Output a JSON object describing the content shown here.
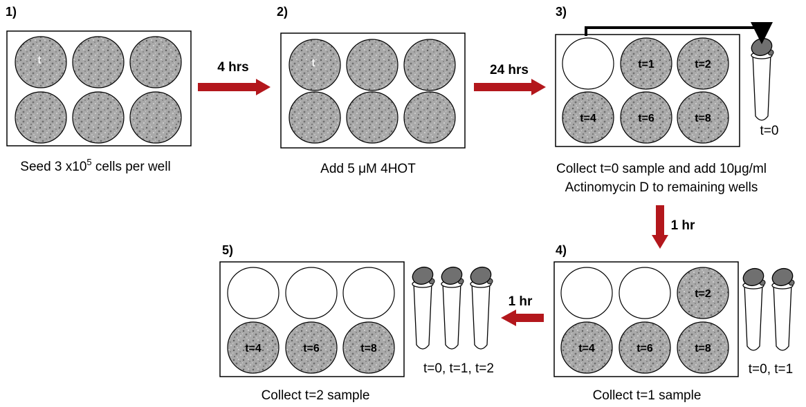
{
  "colors": {
    "arrow": "#b3171c",
    "cells": "#a8a8a8",
    "cap": "#707070",
    "outline": "#000000"
  },
  "steps": [
    {
      "number": "1)",
      "caption_lines": [
        {
          "text": "Seed 3 x10",
          "sup": "5",
          "tail": " cells per well"
        }
      ],
      "wells": [
        {
          "state": "cells",
          "label": "t",
          "faint": true
        },
        {
          "state": "cells",
          "label": ""
        },
        {
          "state": "cells",
          "label": ""
        },
        {
          "state": "cells",
          "label": ""
        },
        {
          "state": "cells",
          "label": ""
        },
        {
          "state": "cells",
          "label": ""
        }
      ],
      "tubes": [],
      "tube_label": ""
    },
    {
      "number": "2)",
      "caption_lines": [
        {
          "text": "Add 5 μM 4HOT"
        }
      ],
      "wells": [
        {
          "state": "cells",
          "label": "t",
          "faint": true
        },
        {
          "state": "cells",
          "label": ""
        },
        {
          "state": "cells",
          "label": ""
        },
        {
          "state": "cells",
          "label": ""
        },
        {
          "state": "cells",
          "label": ""
        },
        {
          "state": "cells",
          "label": ""
        }
      ],
      "tubes": [],
      "tube_label": ""
    },
    {
      "number": "3)",
      "caption_lines": [
        {
          "text": "Collect t=0 sample and add 10μg/ml"
        },
        {
          "text": "Actinomycin D to remaining wells"
        }
      ],
      "wells": [
        {
          "state": "empty",
          "label": ""
        },
        {
          "state": "cells",
          "label": "t=1"
        },
        {
          "state": "cells",
          "label": "t=2"
        },
        {
          "state": "cells",
          "label": "t=4"
        },
        {
          "state": "cells",
          "label": "t=6"
        },
        {
          "state": "cells",
          "label": "t=8"
        }
      ],
      "tubes": [
        1
      ],
      "tube_label": "t=0"
    },
    {
      "number": "4)",
      "caption_lines": [
        {
          "text": "Collect t=1 sample"
        }
      ],
      "wells": [
        {
          "state": "empty",
          "label": ""
        },
        {
          "state": "empty",
          "label": ""
        },
        {
          "state": "cells",
          "label": "t=2"
        },
        {
          "state": "cells",
          "label": "t=4"
        },
        {
          "state": "cells",
          "label": "t=6"
        },
        {
          "state": "cells",
          "label": "t=8"
        }
      ],
      "tubes": [
        1,
        2
      ],
      "tube_label": "t=0, t=1"
    },
    {
      "number": "5)",
      "caption_lines": [
        {
          "text": "Collect t=2 sample"
        }
      ],
      "wells": [
        {
          "state": "empty",
          "label": ""
        },
        {
          "state": "empty",
          "label": ""
        },
        {
          "state": "empty",
          "label": ""
        },
        {
          "state": "cells",
          "label": "t=4"
        },
        {
          "state": "cells",
          "label": "t=6"
        },
        {
          "state": "cells",
          "label": "t=8"
        }
      ],
      "tubes": [
        1,
        2,
        3
      ],
      "tube_label": "t=0, t=1, t=2"
    }
  ],
  "arrows": [
    {
      "from": 1,
      "to": 2,
      "direction": "right",
      "label": "4 hrs"
    },
    {
      "from": 2,
      "to": 3,
      "direction": "right",
      "label": "24 hrs"
    },
    {
      "from": 3,
      "to": 4,
      "direction": "down",
      "label": "1 hr"
    },
    {
      "from": 4,
      "to": 5,
      "direction": "left",
      "label": "1 hr"
    }
  ]
}
